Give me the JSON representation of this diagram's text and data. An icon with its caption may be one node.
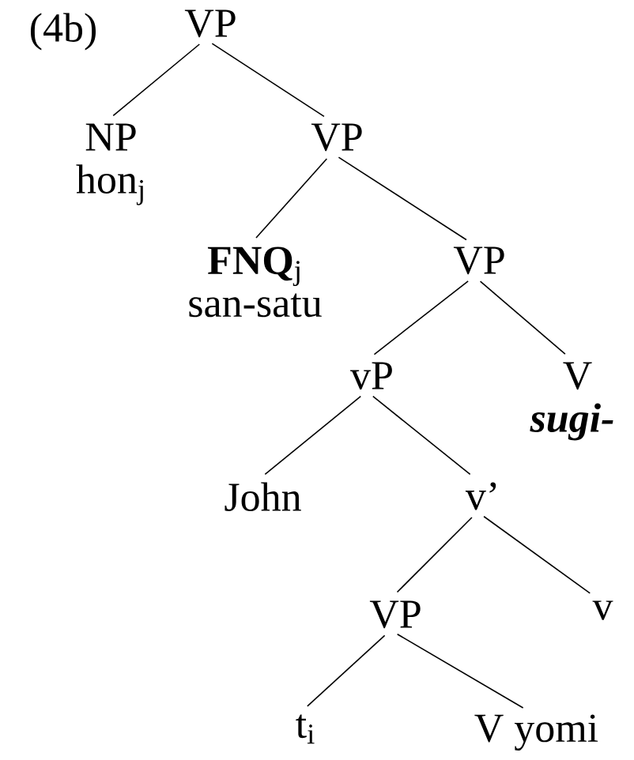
{
  "diagram": {
    "nodes": [
      {
        "text": [
          "VP"
        ]
      },
      {
        "text": [
          "NP",
          "hon$_{j}$"
        ]
      },
      {
        "text": [
          "VP"
        ]
      },
      {
        "text": [
          "**FNQ**$_{j}$",
          "san-satu"
        ]
      },
      {
        "text": [
          "VP"
        ]
      },
      {
        "text": [
          "vP"
        ]
      },
      {
        "text": [
          "V",
          "sugi-"
        ]
      },
      {
        "text": [
          "John"
        ]
      },
      {
        "text": [
          "v’"
        ]
      },
      {
        "text": [
          "VP"
        ]
      },
      {
        "text": [
          "v"
        ]
      },
      {
        "text": [
          "t$_{i}$"
        ]
      },
      {
        "text": [
          "V yomi"
        ]
      }
    ],
    "edges": [
      {
        "from": 0,
        "to": 1,
        "arrow": "none"
      },
      {
        "from": 0,
        "to": 2,
        "arrow": "none"
      },
      {
        "from": 2,
        "to": 3,
        "arrow": "none"
      },
      {
        "from": 2,
        "to": 4,
        "arrow": "none"
      },
      {
        "from": 4,
        "to": 5,
        "arrow": "none"
      },
      {
        "from": 4,
        "to": 6,
        "arrow": "none"
      },
      {
        "from": 5,
        "to": 7,
        "arrow": "none"
      },
      {
        "from": 5,
        "to": 8,
        "arrow": "none"
      },
      {
        "from": 8,
        "to": 9,
        "arrow": "none"
      },
      {
        "from": 8,
        "to": 10,
        "arrow": "none"
      },
      {
        "from": 9,
        "to": 11,
        "arrow": "none"
      },
      {
        "from": 9,
        "to": 12,
        "arrow": "none"
      }
    ],
    "labels": [
      "(4b)"
    ]
  }
}
